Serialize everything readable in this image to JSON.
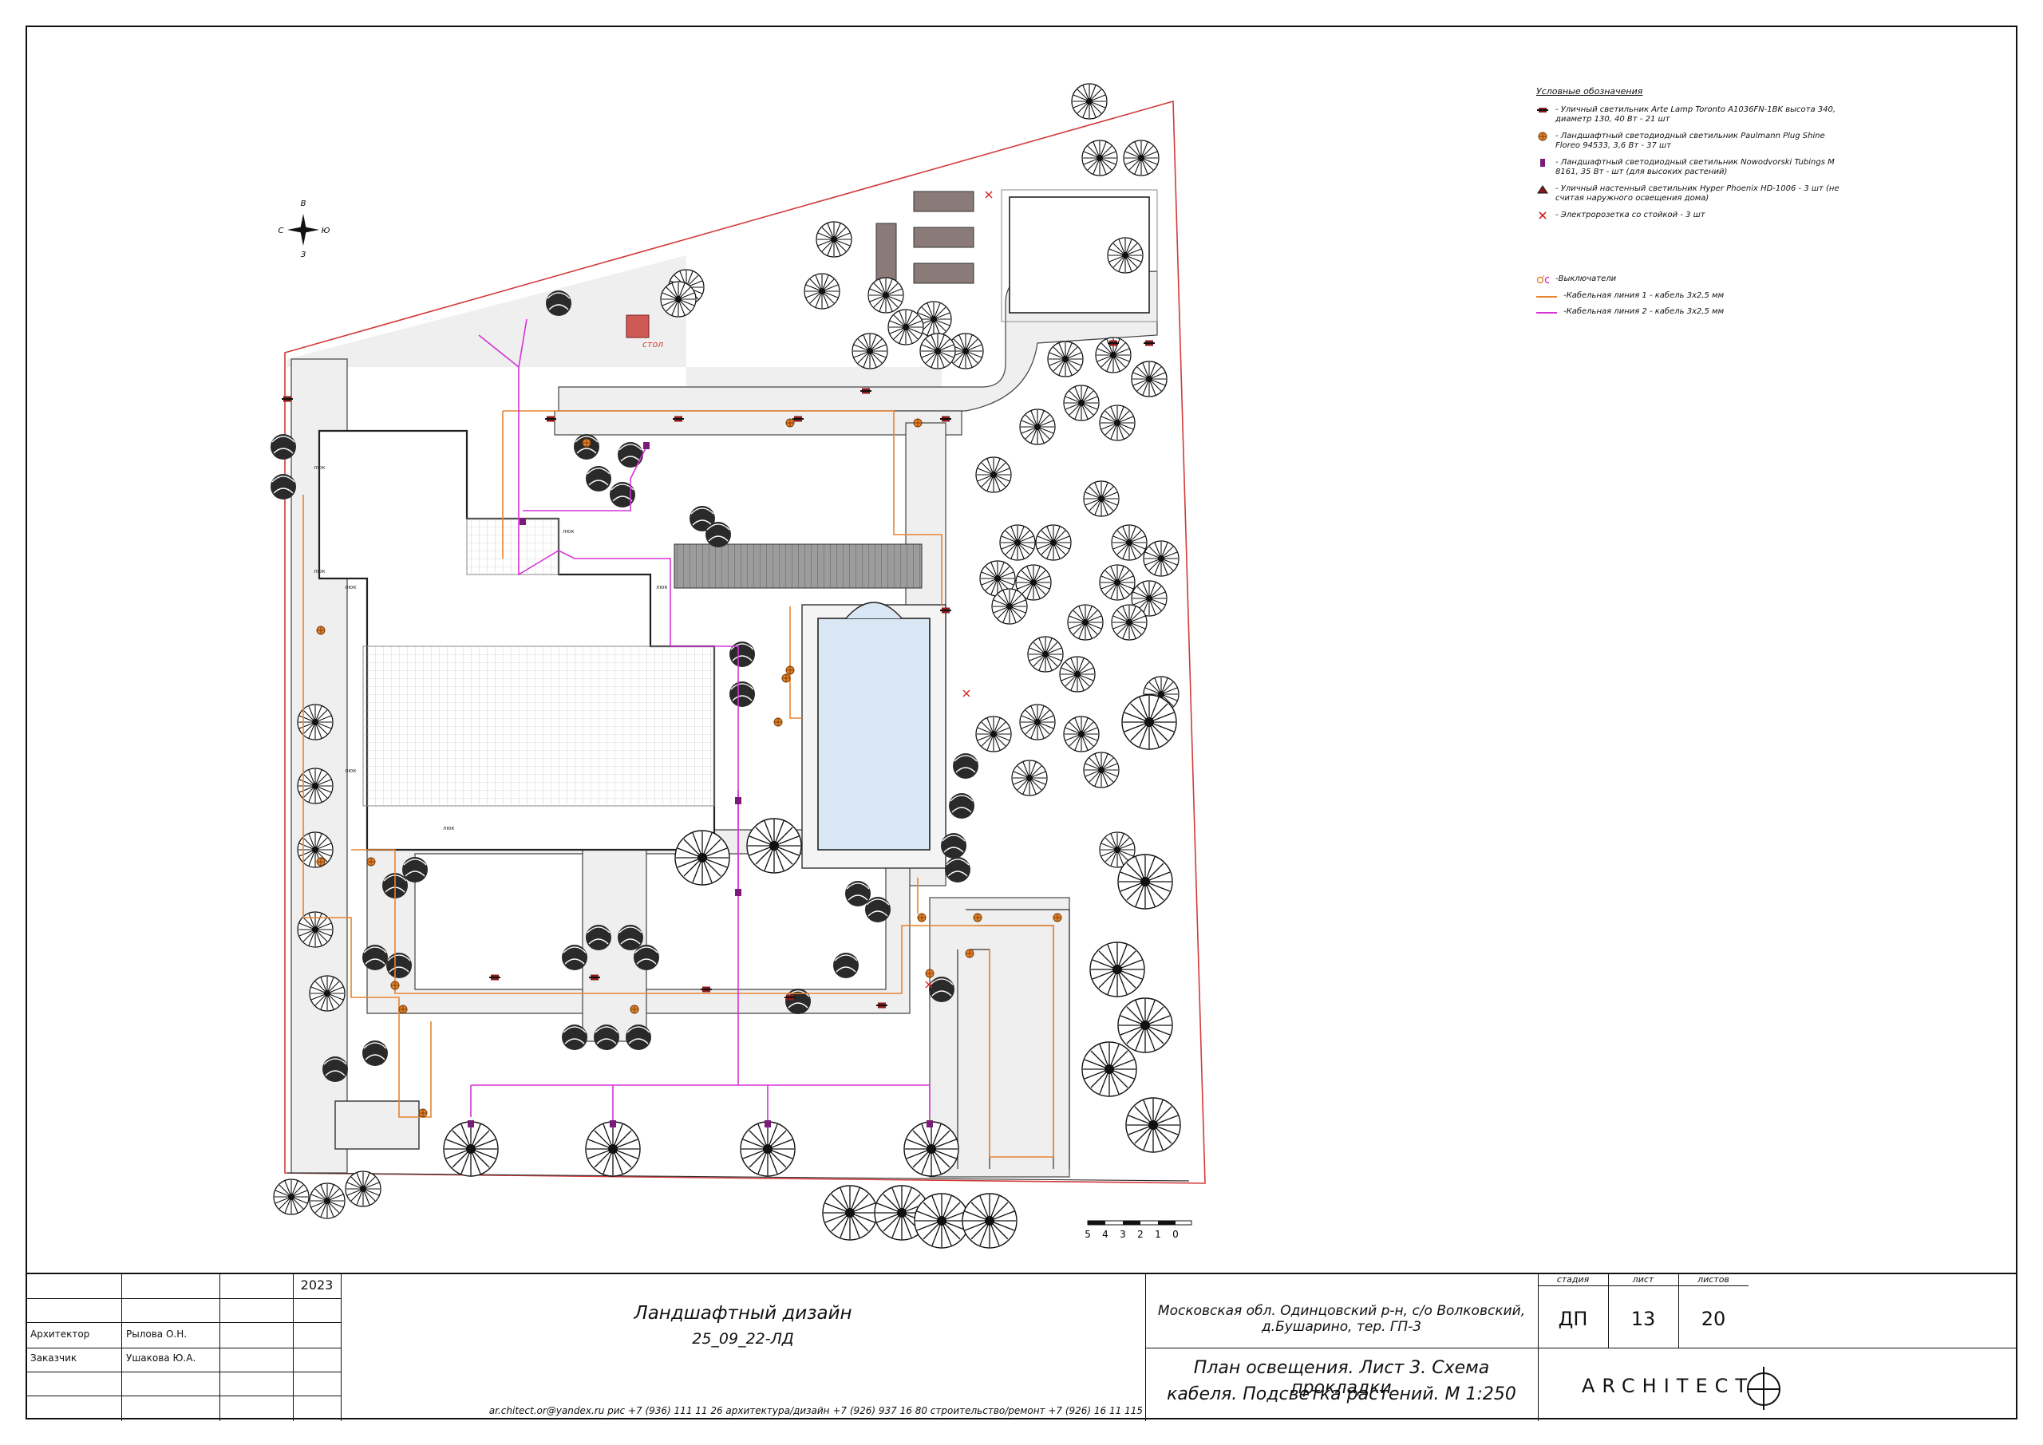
{
  "plan": {
    "north_labels": {
      "n": "В",
      "w": "С",
      "e": "Ю",
      "s": "З"
    },
    "structure_label": "стол",
    "room_tag": "люк",
    "scale_bar_labels": [
      "5",
      "4",
      "3",
      "2",
      "1",
      "0"
    ]
  },
  "legend": {
    "title": "Условные обозначения",
    "items": [
      {
        "symbol": "street-lamp-icon",
        "color": "#8b1a1a",
        "text": "- Уличный светильник Arte Lamp Toronto A1036FN-1BK высота 340, диаметр 130, 40 Вт - 21 шт"
      },
      {
        "symbol": "ground-light-icon",
        "color": "#e8832f",
        "text": "- Ландшафтный светодиодный светильник Paulmann Plug Shine Floreo 94533, 3,6 Вт - 37 шт"
      },
      {
        "symbol": "spot-light-icon",
        "color": "#7a1d7a",
        "text": "- Ландшафтный светодиодный светильник Nowodvorski Tubings M 8161, 35 Вт - шт (для высоких растений)"
      },
      {
        "symbol": "wall-lamp-icon",
        "color": "#8b1a1a",
        "text": "- Уличный настенный светильник Hyper Phoenix HD-1006 - 3 шт (не считая наружного освещения дома)"
      },
      {
        "symbol": "socket-icon",
        "color": "#d62020",
        "text": "- Электророзетка со стойкой - 3 шт"
      }
    ],
    "switches": "-Выключатели",
    "cable1": "-Кабельная линия 1 - кабель 3х2,5 мм",
    "cable2": "-Кабельная линия 2 - кабель 3х2,5 мм",
    "cable1_color": "#e8832f",
    "cable2_color": "#d633d6"
  },
  "title_block": {
    "year": "2023",
    "role1": "Архитектор",
    "name1": "Рылова О.Н.",
    "role2": "Заказчик",
    "name2": "Ушакова Ю.А.",
    "project": "Ландшафтный дизайн",
    "code": "25_09_22-ЛД",
    "contacts": "ar.chitect.or@yandex.ru рис +7 (936) 111 11 26   архитектура/дизайн +7 (926) 937 16 80 строительство/ремонт +7 (926) 16 11 115",
    "address": "Московская обл. Одинцовский р-н, с/о Волковский, д.Бушарино, тер. ГП-3",
    "sheet_title_1": "План освещения. Лист 3. Схема прокладки",
    "sheet_title_2": "кабеля. Подсветка растений.  М 1:250",
    "stage_label": "стадия",
    "sheet_label": "лист",
    "sheets_label": "листов",
    "stage": "ДП",
    "sheet": "13",
    "sheets": "20",
    "brand": "ARCHITECT"
  }
}
